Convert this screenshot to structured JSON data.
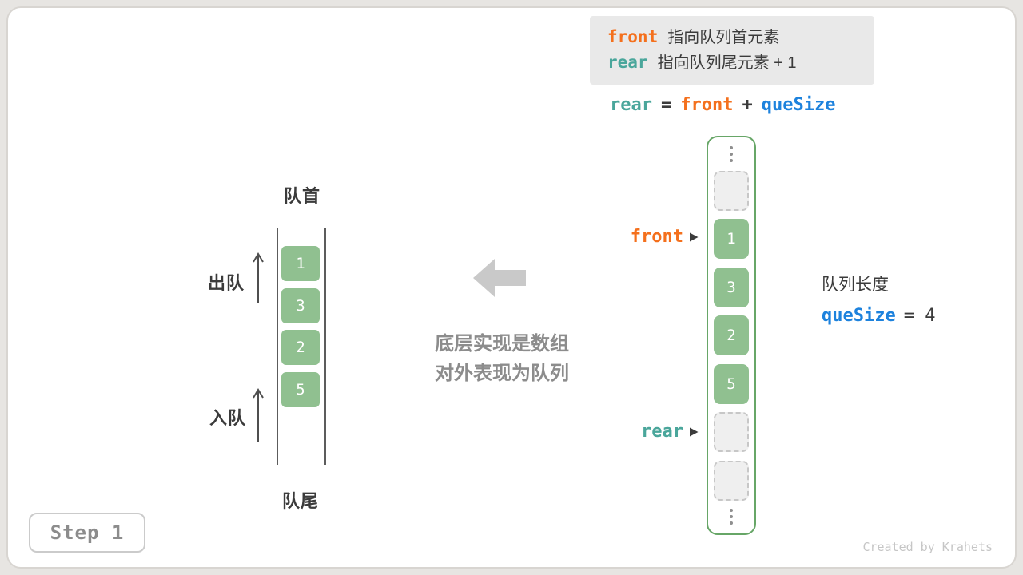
{
  "colors": {
    "front_accent": "#f4701d",
    "rear_accent": "#4aa69b",
    "quesize_accent": "#1d82dd",
    "cell_green": "#90c090",
    "container_border_green": "#67a667"
  },
  "legend": {
    "front_code": "front",
    "front_text": "指向队列首元素",
    "rear_code": "rear",
    "rear_text": "指向队列尾元素 + 1"
  },
  "formula": {
    "rear": "rear",
    "equals": "=",
    "front": "front",
    "plus": "+",
    "quesize": "queSize"
  },
  "queue": {
    "head_label": "队首",
    "tail_label": "队尾",
    "dequeue_label": "出队",
    "enqueue_label": "入队",
    "values": [
      "1",
      "3",
      "2",
      "5"
    ]
  },
  "center": {
    "line1": "底层实现是数组",
    "line2": "对外表现为队列"
  },
  "array": {
    "front_label": "front",
    "rear_label": "rear",
    "values": [
      "1",
      "3",
      "2",
      "5"
    ]
  },
  "right_info": {
    "length_label": "队列长度",
    "quesize_code": "queSize",
    "quesize_value": "= 4"
  },
  "step": {
    "label": "Step 1"
  },
  "credit": "Created by Krahets"
}
